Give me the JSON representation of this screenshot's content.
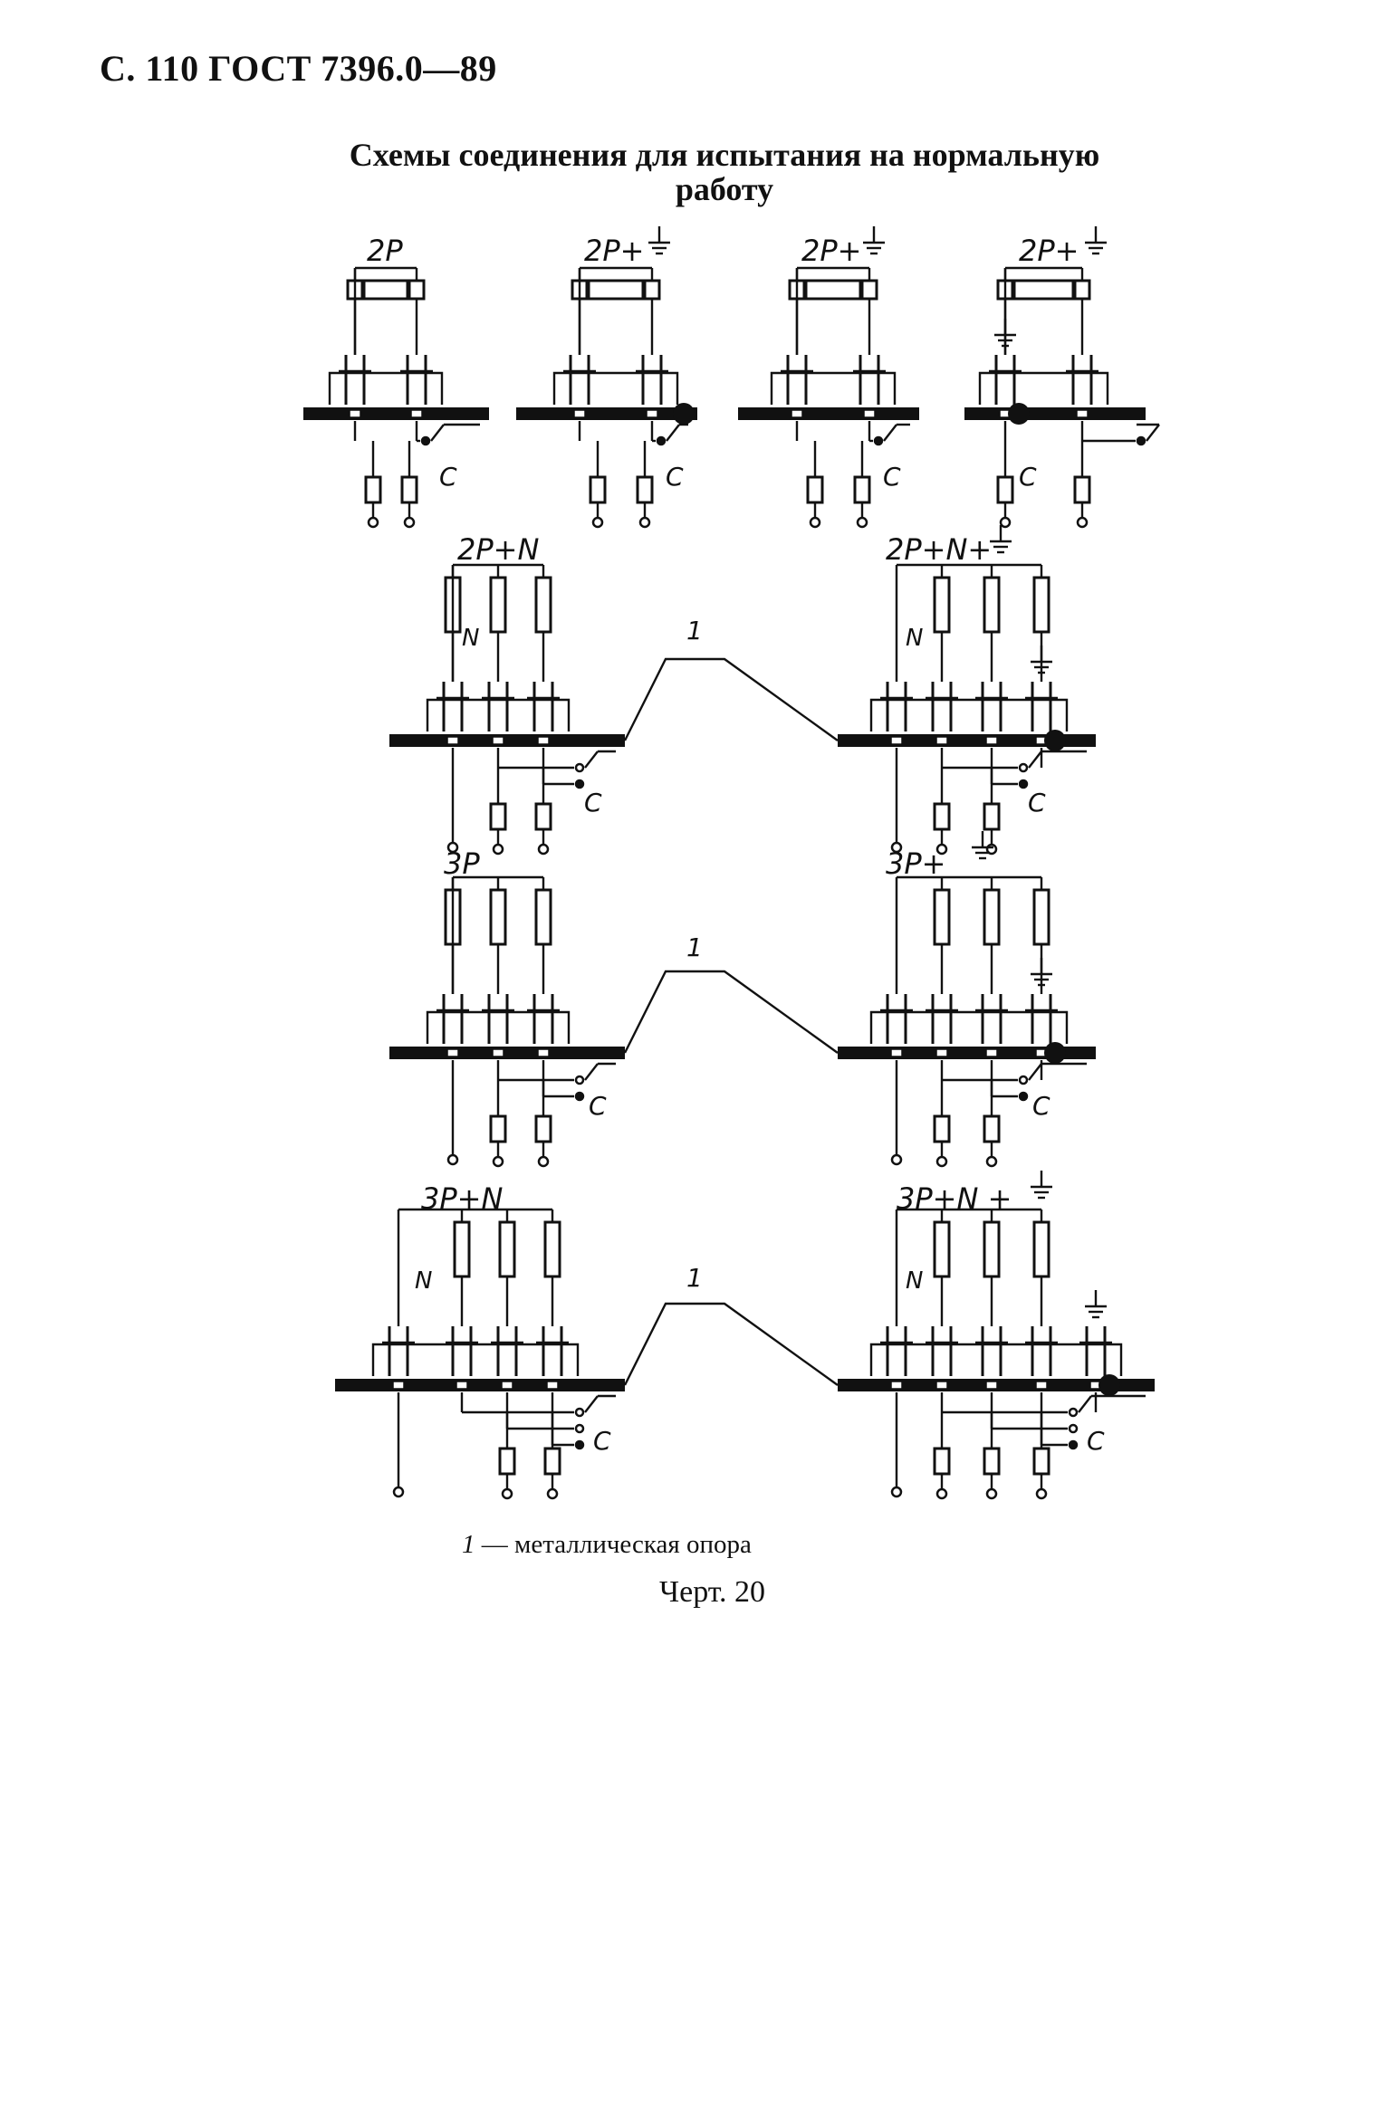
{
  "header": "С. 110 ГОСТ 7396.0—89",
  "title_line1": "Схемы  соединения для испытания  на нормальную",
  "title_line2": "работу",
  "diagram_labels": {
    "r1a": "2P",
    "r1b": "2P+",
    "r1c": "2P+",
    "r1d": "2P+",
    "r2a": "2P+N",
    "r2b": "2P+N+",
    "r3a": "3P",
    "r3b": "3P+",
    "r4a": "3P+N",
    "r4b": "3P+N  +",
    "neutral": "N",
    "contact": "C",
    "support": "1"
  },
  "legend": {
    "num": "1",
    "text": " — металлическая опора"
  },
  "figure_caption": "Черт. 20",
  "icons": [
    "ground-symbol-icon",
    "fuse-icon",
    "resistor-icon",
    "socket-terminal-icon"
  ]
}
